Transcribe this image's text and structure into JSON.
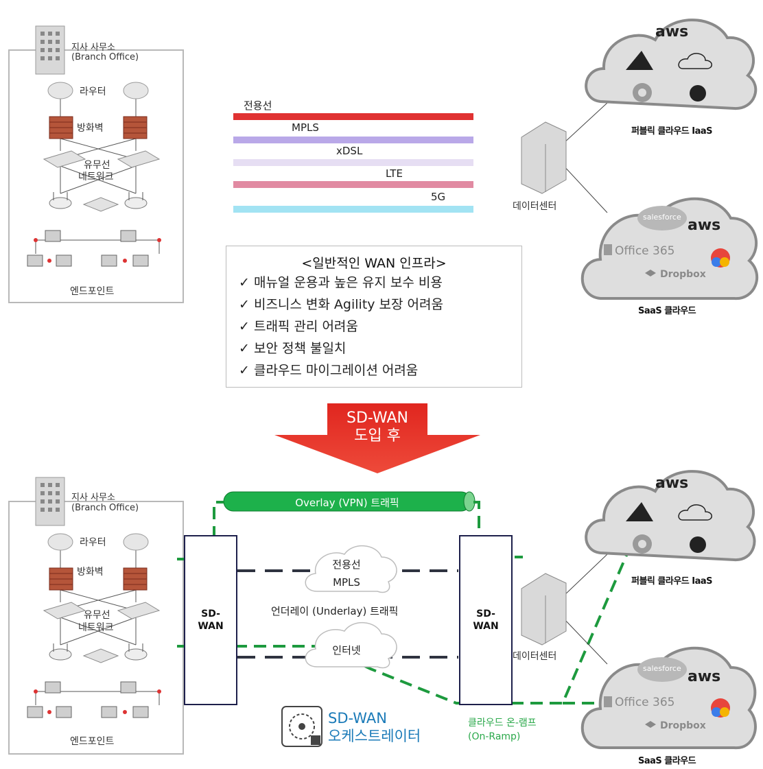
{
  "top": {
    "branch": {
      "title": "지사 사무소",
      "subtitle": "(Branch Office)",
      "router": "라우터",
      "firewall": "방화벽",
      "network_line1": "유무선",
      "network_line2": "네트워크",
      "endpoint": "엔드포인트"
    },
    "lines": [
      {
        "label": "전용선",
        "color": "#e03232"
      },
      {
        "label": "MPLS",
        "color": "#b9a8e8"
      },
      {
        "label": "xDSL",
        "color": "#e6def3"
      },
      {
        "label": "LTE",
        "color": "#e18aa2"
      },
      {
        "label": "5G",
        "color": "#a2e3f3"
      }
    ],
    "datacenter": "데이터센터",
    "public_cloud": {
      "label": "퍼블릭 클라우드 IaaS",
      "aws": "aws"
    },
    "saas_cloud": {
      "label": "SaaS 클라우드",
      "salesforce": "salesforce",
      "aws": "aws",
      "office": "Office 365",
      "dropbox": "Dropbox"
    },
    "legacy": {
      "title": "<일반적인 WAN 인프라>",
      "items": [
        "✓ 매뉴얼 운용과 높은 유지 보수 비용",
        "✓ 비즈니스 변화 Agility 보장 어려움",
        "✓ 트래픽 관리 어려움",
        "✓ 보안 정책 불일치",
        "✓ 클라우드 마이그레이션 어려움"
      ]
    }
  },
  "arrow": {
    "line1": "SD-WAN",
    "line2": "도입 후",
    "color": "#e0261f"
  },
  "bottom": {
    "branch": {
      "title": "지사 사무소",
      "subtitle": "(Branch Office)",
      "router": "라우터",
      "firewall": "방화벽",
      "network_line1": "유무선",
      "network_line2": "네트워크",
      "endpoint": "엔드포인트"
    },
    "overlay_label": "Overlay (VPN) 트래픽",
    "sdwan_left": "SD-WAN",
    "sdwan_right": "SD-WAN",
    "cloud_mpls_line1": "전용선",
    "cloud_mpls_line2": "MPLS",
    "underlay_label": "언더레이 (Underlay) 트래픽",
    "cloud_internet": "인터넷",
    "datacenter": "데이터센터",
    "public_cloud": {
      "label": "퍼블릭 클라우드 IaaS",
      "aws": "aws"
    },
    "saas_cloud": {
      "label": "SaaS 클라우드",
      "salesforce": "salesforce",
      "aws": "aws",
      "office": "Office 365",
      "dropbox": "Dropbox"
    },
    "orchestrator_line1": "SD-WAN",
    "orchestrator_line2": "오케스트레이터",
    "onramp_line1": "클라우드 온-램프",
    "onramp_line2": "(On-Ramp)"
  }
}
